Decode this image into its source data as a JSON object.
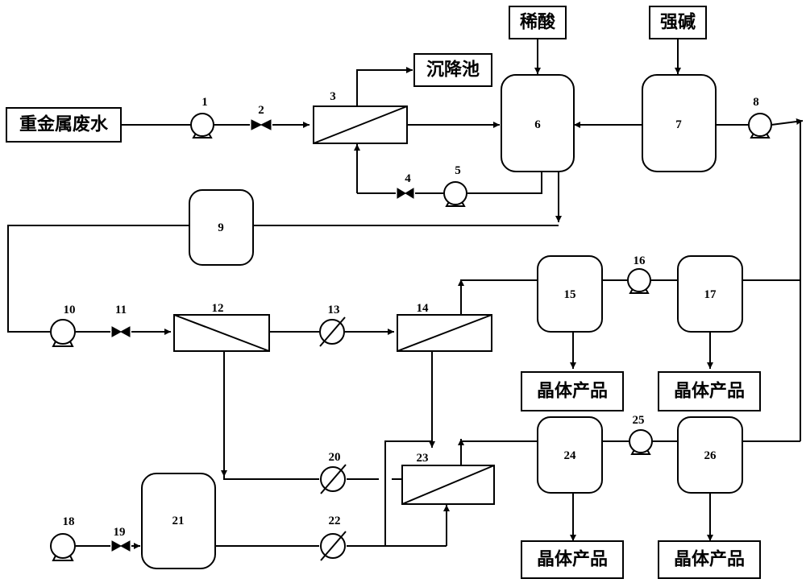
{
  "labels": {
    "wastewater": "重金属废水",
    "sedimentation": "沉降池",
    "dilute_acid": "稀酸",
    "strong_base": "强碱",
    "crystal_product": "晶体产品"
  },
  "units": {
    "u1": "1",
    "u2": "2",
    "u3": "3",
    "u4": "4",
    "u5": "5",
    "u6": "6",
    "u7": "7",
    "u8": "8",
    "u9": "9",
    "u10": "10",
    "u11": "11",
    "u12": "12",
    "u13": "13",
    "u14": "14",
    "u15": "15",
    "u16": "16",
    "u17": "17",
    "u18": "18",
    "u19": "19",
    "u20": "20",
    "u21": "21",
    "u22": "22",
    "u23": "23",
    "u24": "24",
    "u25": "25",
    "u26": "26"
  }
}
